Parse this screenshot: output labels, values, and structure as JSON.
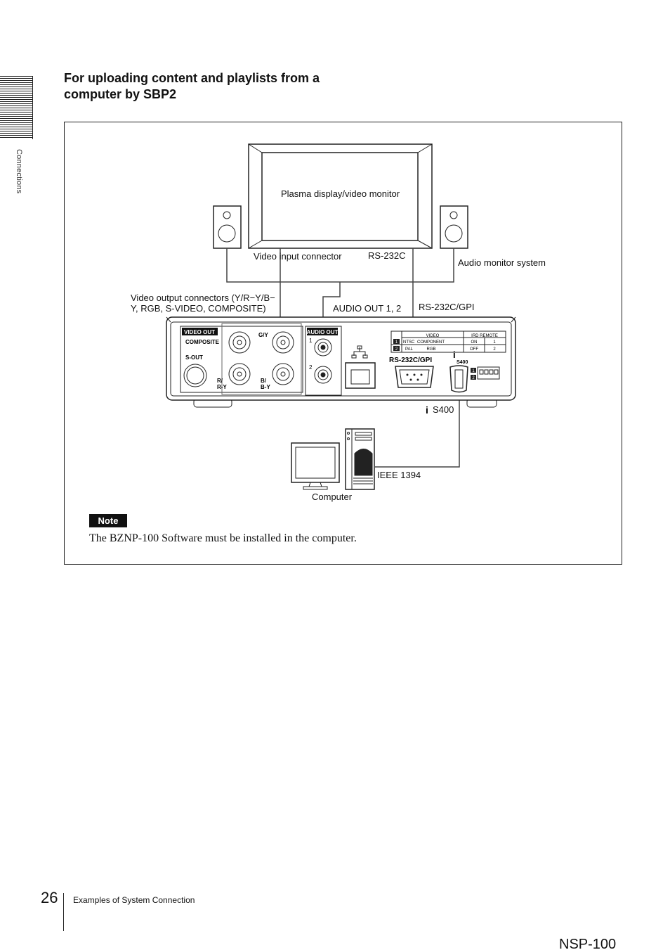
{
  "sidebar": {
    "section_label": "Connections"
  },
  "heading": "For uploading content and playlists from a computer by SBP2",
  "diagram": {
    "monitor_label": "Plasma display/video monitor",
    "video_input_label": "Video input connector",
    "rs232c_label": "RS-232C",
    "audio_monitor_label": "Audio monitor system",
    "video_output_label_line1": "Video output connectors (Y/R−Y/B−",
    "video_output_label_line2": "Y, RGB, S-VIDEO, COMPOSITE)",
    "audio_out_label": "AUDIO OUT 1, 2",
    "rs232c_gpi_label": "RS-232C/GPI",
    "panel": {
      "video_out": "VIDEO OUT",
      "composite": "COMPOSITE",
      "s_out": "S-OUT",
      "g_y": "G/Y",
      "r_ry_1": "R/",
      "r_ry_2": "R-Y",
      "b_by_1": "B/",
      "b_by_2": "B-Y",
      "audio_out": "AUDIO OUT",
      "ch1": "1",
      "ch2": "2",
      "rs232c_gpi": "RS-232C/GPI",
      "s400": "S400",
      "table_video": "VIDEO",
      "table_ird": "IRD REMOTE",
      "row1_num": "1",
      "row2_num": "2",
      "ntsc": "NTSC",
      "pal": "PAL",
      "component": "COMPONENT",
      "rgb": "RGB",
      "on": "ON",
      "off": "OFF",
      "ird_1": "1",
      "ird_2": "2",
      "dip_1": "1",
      "dip_2": "2"
    },
    "s400_label": "S400",
    "ieee_label": "IEEE 1394",
    "computer_label": "Computer"
  },
  "note": {
    "badge": "Note",
    "text": "The BZNP-100 Software must be installed in the computer."
  },
  "footer": {
    "page_number": "26",
    "section": "Examples of System Connection",
    "model": "NSP-100"
  }
}
